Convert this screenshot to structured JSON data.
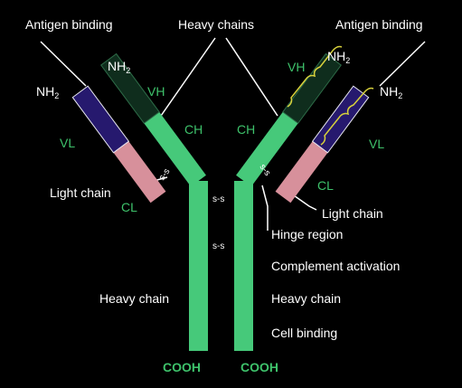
{
  "labels": {
    "antigen_binding_left": "Antigen binding",
    "antigen_binding_right": "Antigen binding",
    "heavy_chains": "Heavy chains",
    "nh2": "NH",
    "nh2_sub": "2",
    "vh": "VH",
    "vl": "VL",
    "ch": "CH",
    "cl": "CL",
    "light_chain": "Light chain",
    "heavy_chain": "Heavy chain",
    "hinge_region": "Hinge region",
    "complement_activation": "Complement activation",
    "cell_binding": "Cell binding",
    "cooh": "COOH",
    "disulfide": "s-s"
  },
  "colors": {
    "background": "#000000",
    "heavy_constant": "#46c97a",
    "heavy_variable": "#0f2d1d",
    "light_variable": "#26196e",
    "light_constant": "#d7909b",
    "label_text": "#ffffff",
    "green_text": "#3ec26b",
    "bracket": "#d7d13c"
  }
}
